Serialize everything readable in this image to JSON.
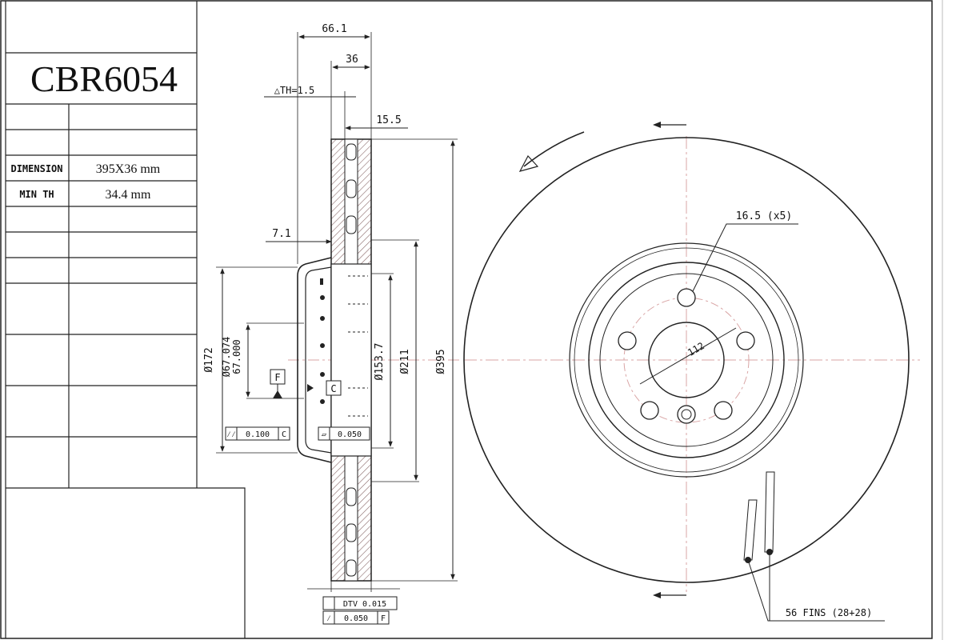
{
  "part_number": "CBR6054",
  "spec_rows": [
    {
      "label": "DIMENSION",
      "value": "395X36 mm"
    },
    {
      "label": "MIN TH",
      "value": "34.4 mm"
    }
  ],
  "dims": {
    "overall_width": "66.1",
    "thickness": "36",
    "th": "△TH=1.5",
    "face": "15.5",
    "offset": "7.1",
    "d172": "Ø172",
    "d67a": "Ø67.074",
    "d67b": "67.000",
    "d153": "Ø153.7",
    "d211": "Ø211",
    "d395": "Ø395",
    "bolt_holes": "16.5 (x5)",
    "pcd": "112",
    "fins": "56 FINS (28+28)"
  },
  "datums": {
    "f": "F",
    "c": "C"
  },
  "tolerances": {
    "runout_hub": "0.100",
    "runout_hub_ref": "C",
    "flatness": "0.050",
    "dtv": "DTV 0.015",
    "runout_face": "0.050",
    "runout_face_ref": "F"
  },
  "colors": {
    "line": "#222222",
    "center": "#d9a5a5",
    "hatch": "#7a5a5a"
  }
}
